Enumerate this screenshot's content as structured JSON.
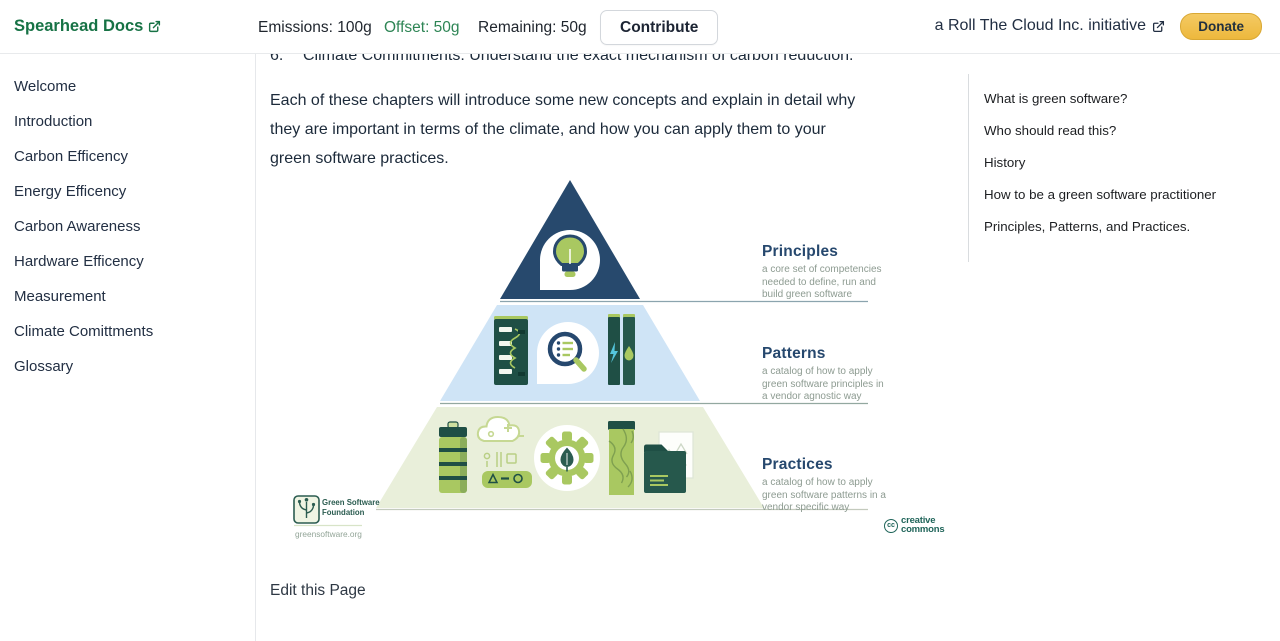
{
  "header": {
    "brand": "Spearhead Docs",
    "emissions_label": "Emissions: 100g",
    "offset_label": "Offset: 50g",
    "remaining_label": "Remaining: 50g",
    "contribute_button": "Contribute",
    "initiative": "a Roll The Cloud Inc. initiative",
    "donate_button": "Donate",
    "colors": {
      "brand_green": "#177245",
      "offset_green": "#2e8555",
      "donate_yellow": "#efc14e"
    }
  },
  "sidebar": {
    "items": [
      "Welcome",
      "Introduction",
      "Carbon Efficency",
      "Energy Efficency",
      "Carbon Awareness",
      "Hardware Efficency",
      "Measurement",
      "Climate Comittments",
      "Glossary"
    ]
  },
  "toc": {
    "items": [
      "What is green software?",
      "Who should read this?",
      "History",
      "How to be a green software practitioner",
      "Principles, Patterns, and Practices."
    ]
  },
  "content": {
    "list_item_number": "6.",
    "list_item_text": "Climate Commitments: Understand the exact mechanism of carbon reduction.",
    "paragraph": "Each of these chapters will introduce some new concepts and explain in detail why they are important in terms of the climate, and how you can apply them to your green software practices.",
    "edit_link": "Edit this Page"
  },
  "figure": {
    "tiers": [
      {
        "label": "Principles",
        "description": "a core set of competencies needed to define, run and build green software"
      },
      {
        "label": "Patterns",
        "description": "a catalog of how to apply green software principles in a vendor agnostic way"
      },
      {
        "label": "Practices",
        "description": "a catalog of how to apply green software patterns in a vendor specific way"
      }
    ],
    "gsf_name": "Green Software Foundation",
    "gsf_url": "greensoftware.org",
    "cc_symbol": "cc",
    "cc_text": "creative commons",
    "colors": {
      "navy": "#27496d",
      "light_blue": "#cfe4f6",
      "pale_green": "#e9efda",
      "lime": "#a9c861",
      "dark_teal": "#1f4f45"
    }
  }
}
